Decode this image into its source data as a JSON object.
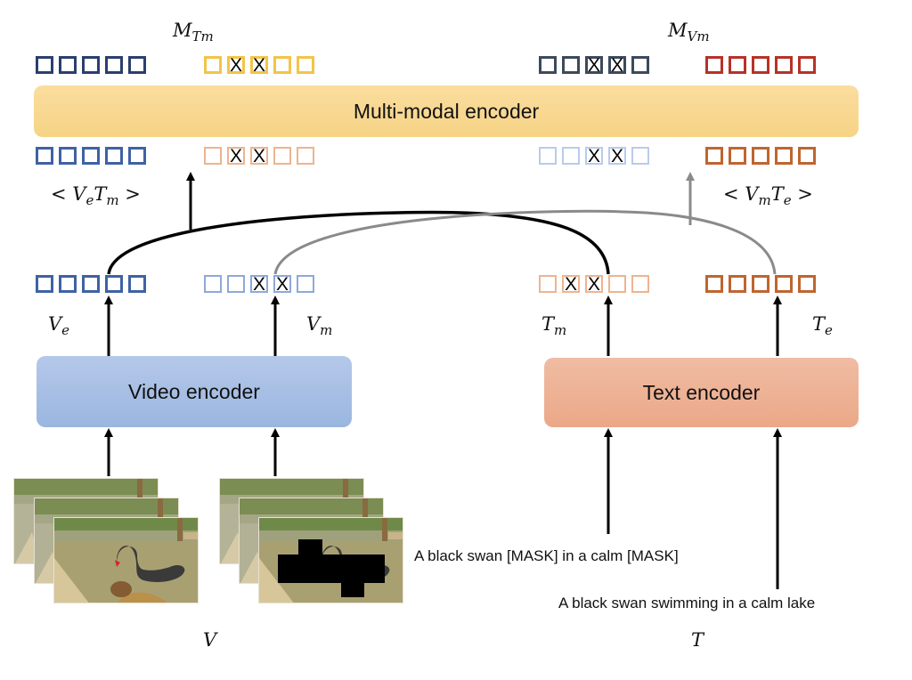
{
  "title": "Video-text masked multi-modal encoding diagram",
  "labels": {
    "M_Tm": {
      "base": "M",
      "sub": "Tm"
    },
    "M_Vm": {
      "base": "M",
      "sub": "Vm"
    },
    "VeTm": {
      "open": "< ",
      "a": "V",
      "a_sub": "e",
      "b": "T",
      "b_sub": "m",
      "close": " >"
    },
    "VmTe": {
      "open": "< ",
      "a": "V",
      "a_sub": "m",
      "b": "T",
      "b_sub": "e",
      "close": " >"
    },
    "Ve": {
      "base": "V",
      "sub": "e"
    },
    "Vm": {
      "base": "V",
      "sub": "m"
    },
    "Tm": {
      "base": "T",
      "sub": "m"
    },
    "Te": {
      "base": "T",
      "sub": "e"
    },
    "V": "V",
    "T": "T"
  },
  "encoders": {
    "multimodal": "Multi-modal encoder",
    "video": "Video encoder",
    "text": "Text encoder"
  },
  "captions": {
    "masked_text": "A black swan [MASK] in a calm [MASK]",
    "full_text": "A black swan swimming in a calm lake"
  },
  "mask_symbol": "X",
  "colors": {
    "video_dark": "#2b3f6e",
    "text_yellow": "#f3c44a",
    "video_slate": "#3d4a5c",
    "text_red": "#b63228",
    "video_blue": "#3f62a4",
    "text_peach": "#eeb48f",
    "video_light": "#b9cbeb",
    "text_brown": "#bf6530",
    "video_mid": "#8fa8da",
    "multimodal_fill": "#f8d994",
    "video_encoder_fill": "#a9c0e6",
    "text_encoder_fill": "#eeb094",
    "arrow_gray": "#8a8a8a"
  },
  "token_rows": [
    {
      "id": "top-video-out",
      "color": "video_dark",
      "masked": [
        false,
        false,
        false,
        false,
        false
      ]
    },
    {
      "id": "top-text-out",
      "color": "text_yellow",
      "masked": [
        false,
        true,
        true,
        false,
        false
      ]
    },
    {
      "id": "top-video-masked-out",
      "color": "video_slate",
      "masked": [
        false,
        false,
        true,
        true,
        false
      ]
    },
    {
      "id": "top-text-full-out",
      "color": "text_red",
      "masked": [
        false,
        false,
        false,
        false,
        false
      ]
    },
    {
      "id": "mid-ve",
      "color": "video_blue",
      "masked": [
        false,
        false,
        false,
        false,
        false
      ]
    },
    {
      "id": "mid-tm",
      "color": "text_peach",
      "masked": [
        false,
        true,
        true,
        false,
        false
      ]
    },
    {
      "id": "mid-vm",
      "color": "video_light",
      "masked": [
        false,
        false,
        true,
        true,
        false
      ]
    },
    {
      "id": "mid-te",
      "color": "text_brown",
      "masked": [
        false,
        false,
        false,
        false,
        false
      ]
    },
    {
      "id": "low-ve",
      "color": "video_blue",
      "masked": [
        false,
        false,
        false,
        false,
        false
      ]
    },
    {
      "id": "low-vm",
      "color": "video_mid",
      "masked": [
        false,
        false,
        true,
        true,
        false
      ]
    },
    {
      "id": "low-tm",
      "color": "text_peach",
      "masked": [
        false,
        true,
        true,
        false,
        false
      ]
    },
    {
      "id": "low-te",
      "color": "text_brown",
      "masked": [
        false,
        false,
        false,
        false,
        false
      ]
    }
  ]
}
